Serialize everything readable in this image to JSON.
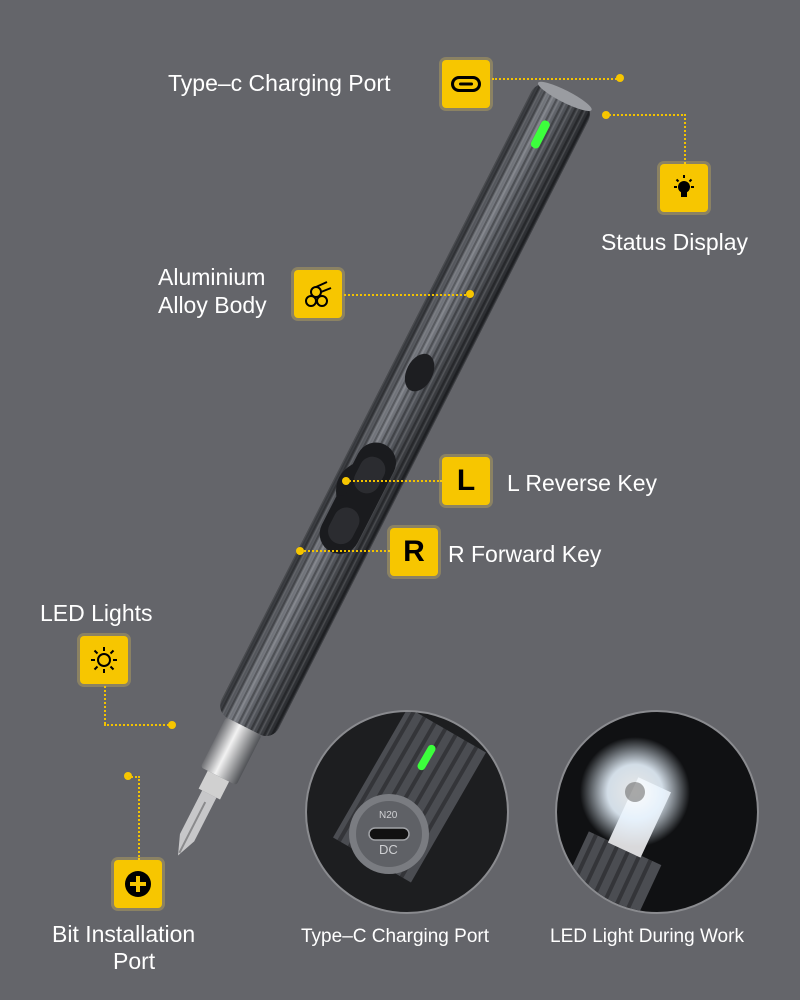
{
  "callouts": {
    "charging_port": "Type–c Charging Port",
    "status_display": "Status Display",
    "body_line1": "Aluminium",
    "body_line2": "Alloy Body",
    "reverse_letter": "L",
    "reverse_key": "L Reverse Key",
    "forward_letter": "R",
    "forward_key": "R Forward Key",
    "led_lights": "LED Lights",
    "bit_line1": "Bit Installation",
    "bit_line2": "Port"
  },
  "icons": {
    "charging_port": "usb-c-port-icon",
    "status_display": "lightbulb-icon",
    "body": "aluminium-rods-icon",
    "led_lights": "sun-icon",
    "bit_port": "plus-circle-icon"
  },
  "insets": {
    "port_caption": "Type–C Charging Port",
    "port_engraving_top": "N20",
    "port_engraving_bottom": "DC",
    "led_caption": "LED Light During Work"
  },
  "colors": {
    "background": "#64656a",
    "accent_yellow": "#f7c600",
    "status_led_green": "#3cff3c",
    "text": "#ffffff"
  }
}
